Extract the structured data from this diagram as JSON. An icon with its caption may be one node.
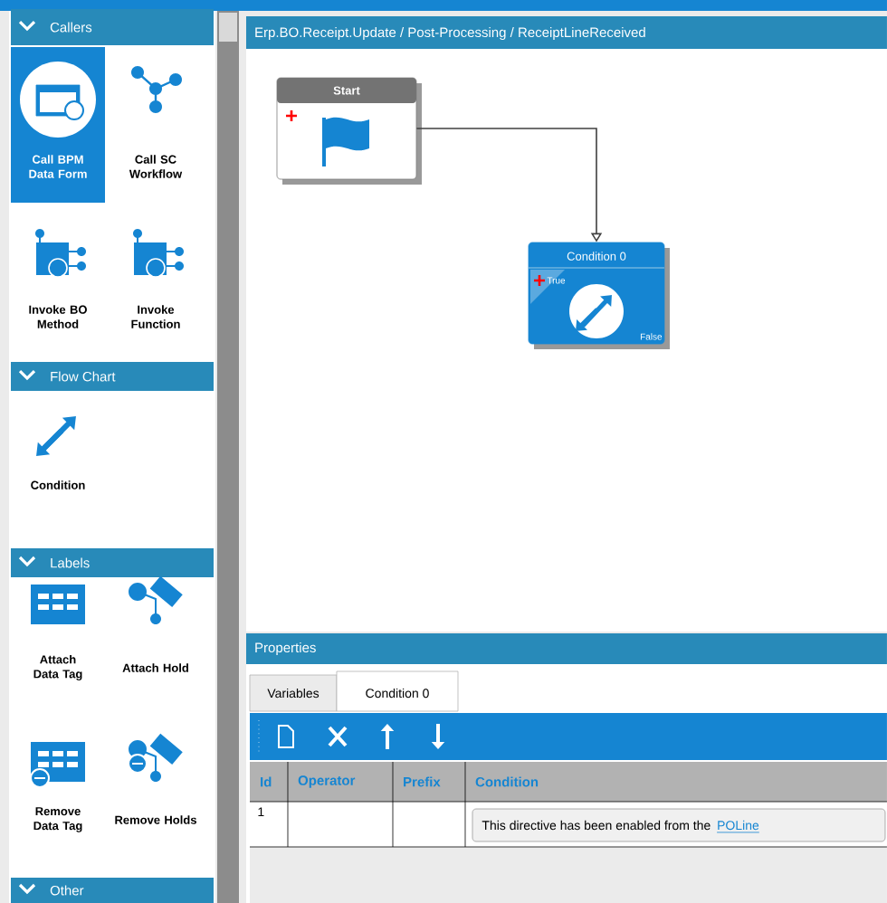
{
  "diagram": {
    "nodes": [
      {
        "text": [
          "Start"
        ]
      },
      {
        "text": [
          "Condition 0",
          "True",
          "False"
        ]
      }
    ],
    "edges": [
      {
        "from": 0,
        "to": 1,
        "arrow": "to"
      }
    ],
    "labels": [
      "Callers",
      "Call BPM Data Form",
      "Call SC Workflow",
      "Invoke BO Method",
      "Invoke Function",
      "Flow Chart",
      "Condition",
      "Labels",
      "Attach Data Tag",
      "Attach Hold",
      "Remove Data Tag",
      "Remove Holds",
      "Other",
      "Erp.BO.Receipt.Update / Post-Processing / ReceiptLineReceived",
      "Properties",
      "Variables",
      "Condition 0",
      "Id",
      "Operator",
      "Prefix",
      "Condition",
      "1",
      "This directive has been enabled from the",
      "POLine"
    ]
  }
}
